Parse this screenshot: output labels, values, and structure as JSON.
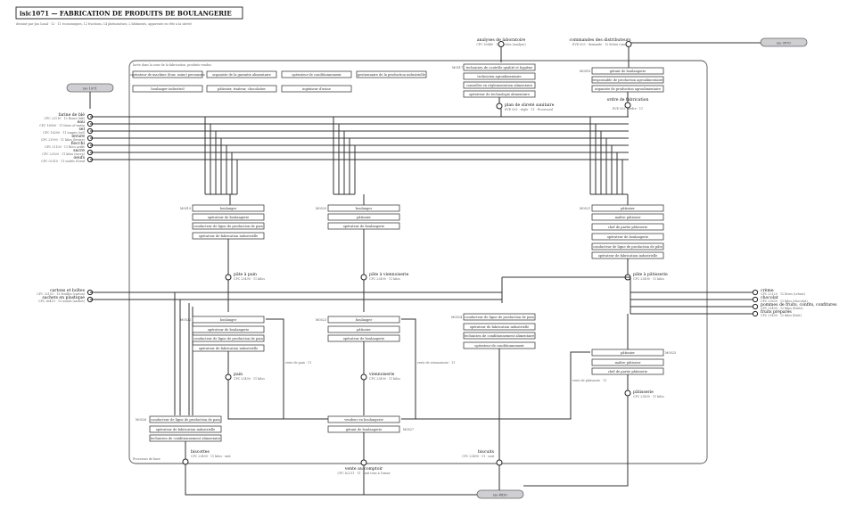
{
  "header": {
    "title": "isic1071 — FABRICATION DE PRODUITS DE BOULANGERIE",
    "subtitle": "dessiné par Jan Casal · 12 · 11 économiques, 12 fractions, 14 phénomènes, 2 bâtiments, apparente en tête à la sûreté"
  },
  "pills": {
    "top_right": "iso 9570",
    "left": "iso 1071",
    "bottom": "iso 4830"
  },
  "frame_note": "lavée dans la zone de la fabrication, produits vendus",
  "frame_caption": "Processus de base",
  "top_left_roles": [
    "opérateur de machine (four, usine) personnes",
    "organiste de la garantie alimentaire",
    "opérateur de conditionnement",
    "gestionnaire de la production industrielle",
    "boulanger industriel",
    "pâtissier, traiteur, chocolatier",
    "ingénieur d'usine"
  ],
  "inputs_left": [
    {
      "name": "farine de blé",
      "code": "CPC 23110 · 12 flours (blé)"
    },
    {
      "name": "eau",
      "code": "CPC 18000 · 11 liters of water"
    },
    {
      "name": "sel",
      "code": "CPC 16200 · 11 tonnes (sel)"
    },
    {
      "name": "levure",
      "code": "CPC 21990 · 11 kilos (levure)"
    },
    {
      "name": "fiocchi",
      "code": "CPC 21100 · 11 flocs actifs"
    },
    {
      "name": "sucre",
      "code": "CPC 23520 · 11 kilos (sucre)"
    },
    {
      "name": "oeufs",
      "code": "CPC 02310 · 11 unités d'oeuf"
    }
  ],
  "inputs_left2": [
    {
      "name": "cartons et boîtes",
      "code": "CPC 32153 · 13 feuilles (carton)"
    },
    {
      "name": "sachets en plastique",
      "code": "CPC 36410 · 13 unités (sachet)"
    }
  ],
  "outputs_right": [
    {
      "name": "crème",
      "code": "CPC 22120 · 12 litres (crème)"
    },
    {
      "name": "chocolat",
      "code": "CPC 23630 · 12 kilos (chocolat)"
    },
    {
      "name": "pommes de fruits, confits, confitures",
      "code": "CPC 21400 · 12 kilos (fruits)"
    },
    {
      "name": "fruits préparés",
      "code": "CPC 21490 · 12 kilos (fruit)"
    }
  ],
  "top_nodes": [
    {
      "name": "analyses de laboratoire",
      "code": "CPC 83440 · 100 fiches (analyse)"
    },
    {
      "name": "commandes des distributeurs",
      "code": "EVE 003 · demande · 12 fiches (cmd)"
    }
  ],
  "group_lab": {
    "id": "M0517",
    "roles": [
      "technicien de contrôle qualité et hygiène",
      "technicien agroalimentaire",
      "conseiller en réglementation alimentaire",
      "opérateur de technologie alimentaire"
    ],
    "output_name": "plan de sûreté sanitaire",
    "output_code": "EVE 003 · règle · 11 · Processed"
  },
  "group_cmd": {
    "id": "M0518",
    "roles": [
      "gérant de boulangerie",
      "responsable de production agroalimentaire",
      "organiste de production agroalimentaire"
    ],
    "output_name": "ordre de fabrication",
    "output_code": "EVE 003 · ordre · 11"
  },
  "groups_mid": [
    {
      "id": "M0519",
      "roles": [
        "boulanger",
        "opérateur de boulangerie",
        "conducteur de ligne de production de pain",
        "opérateur de fabrication industrielle"
      ],
      "output_name": "pâte à pain",
      "output_code": "CPC 23490 · 11 kilos"
    },
    {
      "id": "M0520",
      "roles": [
        "boulanger",
        "pâtissier",
        "opérateur de boulangerie"
      ],
      "output_name": "pâte à viennoiserie",
      "output_code": "CPC 23490 · 11 kilos"
    },
    {
      "id": "M0521",
      "roles": [
        "pâtissier",
        "maître pâtissier",
        "chef de partie pâtisserie",
        "opérateur de boulangerie",
        "conducteur de ligne de production de pâte",
        "opérateur de fabrication industrielle"
      ],
      "output_name": "pâte à pâtisserie",
      "output_code": "CPC 23490 · 11 kilos"
    }
  ],
  "groups_bake": [
    {
      "id": "M0522",
      "roles": [
        "boulanger",
        "opérateur de boulangerie",
        "conducteur de ligne de production de pain",
        "opérateur de fabrication industrielle"
      ],
      "output_name": "pain",
      "output_code": "CPC 23490 · 11 kilos"
    },
    {
      "id": "M0523",
      "roles": [
        "boulanger",
        "pâtissier",
        "opérateur de boulangerie"
      ],
      "output_name": "viennoiserie",
      "output_code": "CPC 23490 · 11 kilos"
    },
    {
      "id": "M0524",
      "roles": [
        "conducteur de ligne de production de pain",
        "opérateur de fabrication industrielle",
        "technicien de conditionnement alimentaire",
        "opérateur de conditionnement"
      ]
    },
    {
      "id": "M0525",
      "roles": [
        "pâtissier",
        "maître pâtissier",
        "chef de partie pâtisserie"
      ],
      "output_name": "pâtisserie",
      "output_code": "CPC 23490 · 11 kilos"
    }
  ],
  "group_pack": {
    "id": "M0526",
    "roles": [
      "conducteur de ligne de production de pain",
      "opérateur de fabrication industrielle",
      "technicien de conditionnement alimentaire"
    ],
    "output_name": "biscottes",
    "output_code": "CPC 23490 · 11 kilos · unit"
  },
  "group_sale": {
    "id": "M0527",
    "roles": [
      "vendeur en boulangerie",
      "gérant de boulangerie"
    ],
    "output_name": "vente au comptoir",
    "output_code": "CPC 62211 · 11 · unit tons à l'usine"
  },
  "output_biscuits": {
    "name": "biscuits",
    "code": "CPC 23490 · 11 · unit"
  },
  "side_notes": [
    "reste de pain · 11",
    "reste de viennoiserie · 11",
    "reste de pâtisserie · 11"
  ]
}
